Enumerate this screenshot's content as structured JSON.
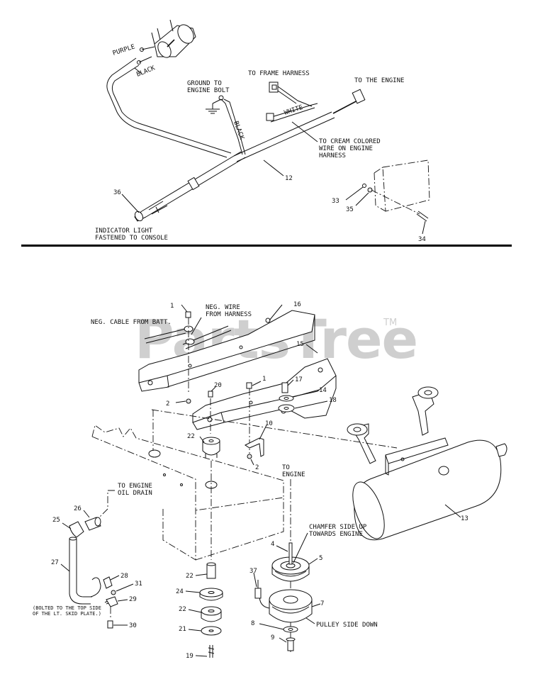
{
  "watermark": {
    "text": "PartsTree",
    "tm": "TM"
  },
  "top_section": {
    "labels": {
      "purple": "PURPLE",
      "black_wire": "BLACK",
      "black_ground": "BLACK",
      "white": "WHITE",
      "ground_line1": "GROUND TO",
      "ground_line2": "ENGINE BOLT",
      "frame_harness": "TO FRAME HARNESS",
      "to_engine": "TO THE ENGINE",
      "cream_line1": "TO CREAM COLORED",
      "cream_line2": "WIRE ON ENGINE",
      "cream_line3": "HARNESS",
      "indicator_line1": "INDICATOR LIGHT",
      "indicator_line2": "FASTENED TO CONSOLE"
    },
    "callouts": {
      "p12": "12",
      "p36": "36",
      "p33": "33",
      "p35": "35",
      "p34": "34"
    }
  },
  "bottom_section": {
    "labels": {
      "neg_cable": "NEG. CABLE FROM BATT.",
      "neg_wire_line1": "NEG. WIRE",
      "neg_wire_line2": "FROM HARNESS",
      "to_engine_oil_line1": "TO ENGINE",
      "to_engine_oil_line2": "OIL DRAIN",
      "to_engine_line1": "TO",
      "to_engine_line2": "ENGINE",
      "chamfer_line1": "CHAMFER SIDE UP",
      "chamfer_line2": "TOWARDS ENGINE",
      "pulley_side": "PULLEY SIDE DOWN",
      "bolted_line1": "(BOLTED TO THE TOP SIDE",
      "bolted_line2": "OF THE LT. SKID PLATE.)"
    },
    "callouts": {
      "p1a": "1",
      "p16": "16",
      "p15": "15",
      "p2a": "2",
      "p20": "20",
      "p1b": "1",
      "p17": "17",
      "p14": "14",
      "p18": "18",
      "p22a": "22",
      "p10": "10",
      "p2b": "2",
      "p13": "13",
      "p26": "26",
      "p25": "25",
      "p27": "27",
      "p4": "4",
      "p5": "5",
      "p22b": "22",
      "p28": "28",
      "p31": "31",
      "p29": "29",
      "p24": "24",
      "p22c": "22",
      "p37": "37",
      "p7": "7",
      "p8": "8",
      "p30": "30",
      "p21": "21",
      "p9": "9",
      "p19": "19"
    }
  }
}
